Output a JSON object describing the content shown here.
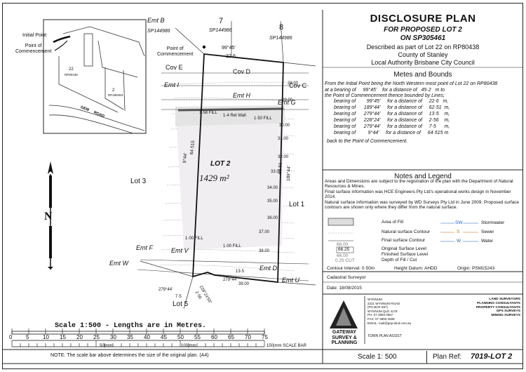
{
  "header": {
    "title": "DISCLOSURE PLAN",
    "for_lot": "FOR PROPOSED LOT 2",
    "on_sp": "ON SP305461",
    "described": "Described as part of Lot 22 on RP80438",
    "county": "County of Stanley",
    "council": "Local Authority Brisbane City Council"
  },
  "metes": {
    "heading": "Metes and Bounds",
    "intro_1": "From the Initial Point being the North Western most point of Lot 22 on RP80438",
    "intro_2": "at a bearing of     99°45'    for a distance of   45·2   m to",
    "intro_3": "the Point of Commencement thence bounded by Lines;",
    "bearings": [
      "bearing of        99°45'     for a distance of     22·6   m,",
      "bearing of      189°44'     for a distance of     62·51  m,",
      "bearing of      279°44'     for a distance of     13·5    m,",
      "bearing of      228°24'     for a distance of     2·56    m,",
      "bearing of      279°44'     for a distance of     7·5      m,",
      "bearing of         9°44'     for a distance of     64·515 m"
    ],
    "end": "back to the Point of Commencement."
  },
  "notes": {
    "heading": "Notes and Legend",
    "p1": "Areas and Dimensions are subject to the registration of the plan with the Department of Natural Resources & Mines.",
    "p2": "Final surface information was HCE Engineers Pty Ltd's operational works design in November 2014.",
    "p3": "Natural surface information was surveyed by WD Surveys Pty Ltd in June 2009. Proposed surface contours are shown only where they differ from the natural surface."
  },
  "legend": {
    "fill": "Area of Fill",
    "natural": "Natural surface Contour",
    "final": "Final surface Contour",
    "level_orig": "Original Surface Level",
    "level_fin": "Finished Surface Level",
    "depth": "Depth of Fill / Cut",
    "sample_1": "66.00",
    "sample_2": "66.25",
    "sample_3": "66.00",
    "sample_4": "0.25 CUT",
    "sw_code": "SW",
    "sw": "Stormwater",
    "s_code": "S",
    "s": "Sewer",
    "w_code": "W",
    "w": "Water"
  },
  "info": {
    "contour": "Contour Interval: 0·50m",
    "datum": "Height Datum: AHDD",
    "origin": "Origin: PSM15243",
    "surveyor": "Cadastral Surveyor",
    "date": "Date:    18/08/2015"
  },
  "company": {
    "name1": "GATEWAY",
    "name2": "SURVEY &",
    "name3": "PLANNING",
    "address": "WYNNUM\n2221 WYNNUM ROAD\n(PO BOX 697)\nWYNNUM QLD 4178\nPH: 07 3893 0557\nFAX: 07 3893 2599\nEMAIL: mail@gsp-land.com.au",
    "services": "LAND SURVEYORS\nPLANNING CONSULTANTS\nPROPERTY CONSULTANTS\nGPS SURVEYS\nMINING SURVEYS",
    "town": "TOWN PLAN ASSIST"
  },
  "plan_ref": {
    "label": "Plan Ref:",
    "value": "7019-LOT 2"
  },
  "scale": {
    "caption": "Scale 1:500 - Lengths are in Metres.",
    "numbers": [
      "0",
      "5",
      "10",
      "15",
      "20",
      "25",
      "30",
      "35",
      "40",
      "45",
      "50",
      "55",
      "60",
      "65",
      "70",
      "75"
    ],
    "mm_50": "50|mm",
    "mm_100": "100|mm",
    "mm_150": "150|mm  SCALE BAR",
    "note": "NOTE:  The scale bar above determines the size of the original plan.  (A4)",
    "scale_ratio": "Scale 1: 500"
  },
  "plan": {
    "lot2": "LOT 2",
    "area": "1429 m²",
    "lot1": "Lot 1",
    "lot3": "Lot 3",
    "lot5": "Lot 5",
    "emt_b": "Emt B",
    "sp_b": "SP144986",
    "seven": "7",
    "sp_7": "SP144986",
    "eight": "8",
    "sp_8": "SP144986",
    "poc": "Point of\nCommencement",
    "brg_top": "99°45'",
    "dist_top": "22·6",
    "cov_e": "Cov E",
    "cov_d": "Cov D",
    "cov_c": "Cov C",
    "emt_i": "Emt I",
    "emt_h": "Emt H",
    "emt_g": "Emt G",
    "emt_f": "Emt F",
    "emt_v": "Emt V",
    "emt_w": "Emt W",
    "emt_d": "Emt D",
    "emt_u": "Emt U",
    "fill_58": "1·58 FILL",
    "ret_wall": "1·4 Ret Wall",
    "fill_50": "1·50 FILL",
    "fill_100": "1·00 FILL",
    "fill_100b": "1·00 FILL",
    "left_len": "64·515",
    "left_brg": "9°44'",
    "right_len": "62·51",
    "right_brg": "189°44'",
    "bot_dist": "13·5",
    "bot_brg": "279°44'",
    "sw_brg": "279°44'",
    "sw_dist": "7·5",
    "diag_brg": "228°24'55\"",
    "diag_dist": "2·56",
    "contours": [
      "28.00",
      "29.00",
      "30.00",
      "31.00",
      "32.00",
      "33.00",
      "34.00",
      "35.00",
      "36.00",
      "37.00",
      "38.00",
      "39.00"
    ],
    "inset_initial": "Initial Point",
    "inset_poc": "Point of\nCommencement",
    "inset_22": "22",
    "inset_rp22": "RP80438",
    "inset_2": "2",
    "inset_rp2": "RP188463",
    "inset_road": "GEM     ROAD",
    "north": "N"
  }
}
